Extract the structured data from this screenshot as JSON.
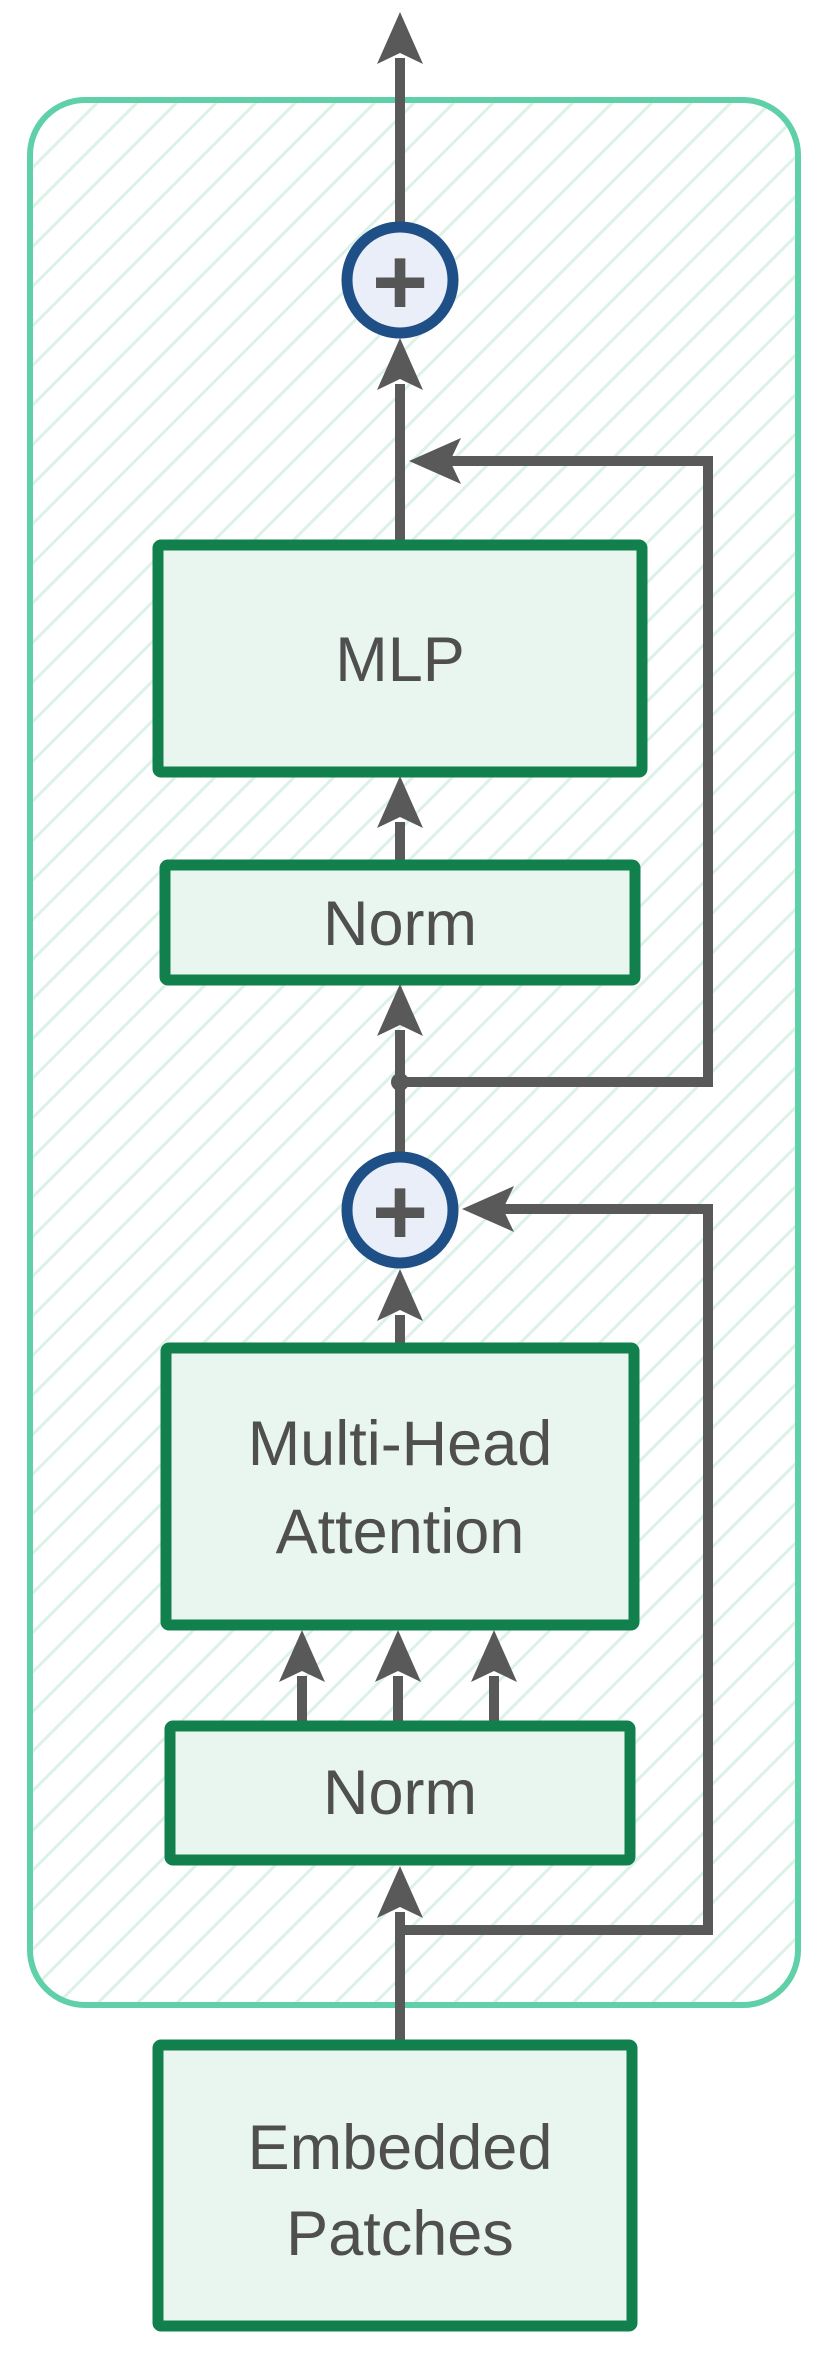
{
  "diagram": {
    "blocks": {
      "mlp": {
        "label": "MLP"
      },
      "norm_upper": {
        "label": "Norm"
      },
      "multi_head_attention": {
        "line1": "Multi-Head",
        "line2": "Attention"
      },
      "norm_lower": {
        "label": "Norm"
      },
      "embedded_patches": {
        "line1": "Embedded",
        "line2": "Patches"
      }
    },
    "operators": {
      "add_top": {
        "symbol": "+"
      },
      "add_middle": {
        "symbol": "+"
      }
    },
    "colors": {
      "container_border": "#5fd0a7",
      "container_hatch": "#dcf2e8",
      "block_border": "#12804d",
      "block_fill": "#e9f5ef",
      "arrow": "#595959",
      "add_circle_border": "#1e4f87",
      "add_circle_fill": "#e9eef9",
      "label_text": "#4f4f4f"
    }
  }
}
